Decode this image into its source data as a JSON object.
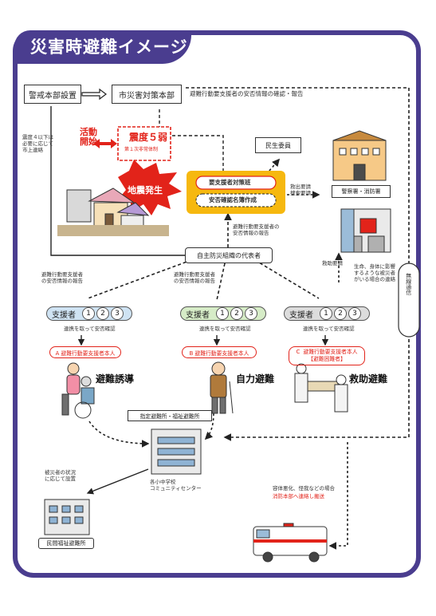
{
  "title": "災害時避難イメージ",
  "boxes": {
    "keikai": "警戒本部設置",
    "shisaigai": "市災害対策本部",
    "minsei": "民生委員",
    "keisatsu": "警察署・消防署",
    "jishubo": "自主防災組織の代表者",
    "fukushi": "民間福祉避難所"
  },
  "labels": {
    "anpi_top": "避難行動要支援者の安否情報の確認・報告",
    "shindo4": "震度４以下は\n必要に応じて\n市上連絡",
    "katsudo": "活動\n開始",
    "shindo5": "震度５弱",
    "hijo": "第１次非常体制",
    "jishin": "地震発生",
    "yoshien_taisaku": "要支援者対策班",
    "anpi_meibo": "安否確認名簿作成",
    "kyushutsu_yousei": "救出要請\n捜索要請",
    "anpi_report_center": "避難行動要支援者の\n安否情報の報告",
    "kyujo_yousei": "救助要請",
    "seimei": "生命、身体に影響\nするような被災者\nがいる場合の連絡",
    "musen": "無線通信",
    "report_a": "避難行動要支援者\nの安否情報の報告",
    "report_b": "避難行動要支援者\nの安否情報の報告",
    "shinsho": "指定避難所・福祉避難所",
    "kaku": "各小中学校\nコミュニティセンター",
    "hisaisha": "被災者の状況\nに応じて設置",
    "youtai": "容体悪化、怪我などの場合",
    "youtai_red": "消防本部へ連絡し搬送"
  },
  "columns": [
    {
      "label": "支援者",
      "nums": [
        "1",
        "2",
        "3"
      ],
      "renkei": "連携を取って安否確認",
      "target": "A  避難行動要支援者本人",
      "action": "避難誘導",
      "color": "#cfe3f3"
    },
    {
      "label": "支援者",
      "nums": [
        "1",
        "2",
        "3"
      ],
      "renkei": "連携を取って安否確認",
      "target": "B  避難行動要支援者本人",
      "action": "自力避難",
      "color": "#d6ecc7"
    },
    {
      "label": "支援者",
      "nums": [
        "1",
        "2",
        "3"
      ],
      "renkei": "連携を取って安否確認",
      "target": "C  避難行動要支援者本人\n【避難困難者】",
      "action": "救助避難",
      "color": "#dcdcdc"
    }
  ],
  "colors": {
    "frame": "#4a3d8f",
    "accent_red": "#e2231a",
    "center_yellow": "#f6b80f"
  }
}
